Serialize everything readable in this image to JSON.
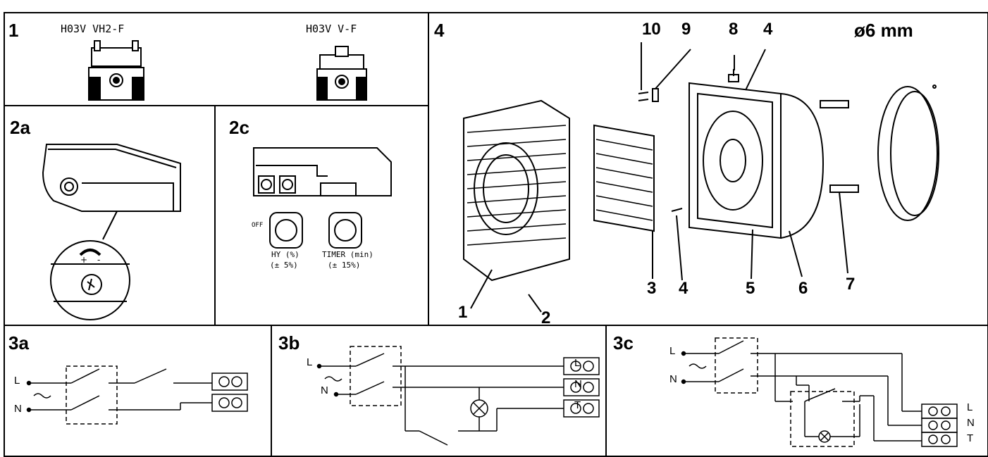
{
  "panels": {
    "p1": {
      "label": "1",
      "cable_a": "H03V VH2-F",
      "cable_b": "H03V V-F"
    },
    "p2a": {
      "label": "2a"
    },
    "p2c": {
      "label": "2c",
      "dial_hy": "HY (%)",
      "dial_hy_tol": "(± 5%)",
      "dial_timer": "TIMER (min)",
      "dial_timer_tol": "(± 15%)",
      "off_label": "OFF"
    },
    "p4": {
      "label": "4",
      "hole": "ø6 mm",
      "parts": {
        "n1": "1",
        "n2": "2",
        "n3": "3",
        "n4a": "4",
        "n4b": "4",
        "n5": "5",
        "n6": "6",
        "n7": "7",
        "n8": "8",
        "n9": "9",
        "n10": "10"
      }
    },
    "p3a": {
      "label": "3a",
      "L": "L",
      "N": "N"
    },
    "p3b": {
      "label": "3b",
      "L": "L",
      "N": "N",
      "tL": "L",
      "tN": "N",
      "tT": "T"
    },
    "p3c": {
      "label": "3c",
      "L": "L",
      "N": "N",
      "tL": "L",
      "tN": "N",
      "tT": "T"
    }
  }
}
